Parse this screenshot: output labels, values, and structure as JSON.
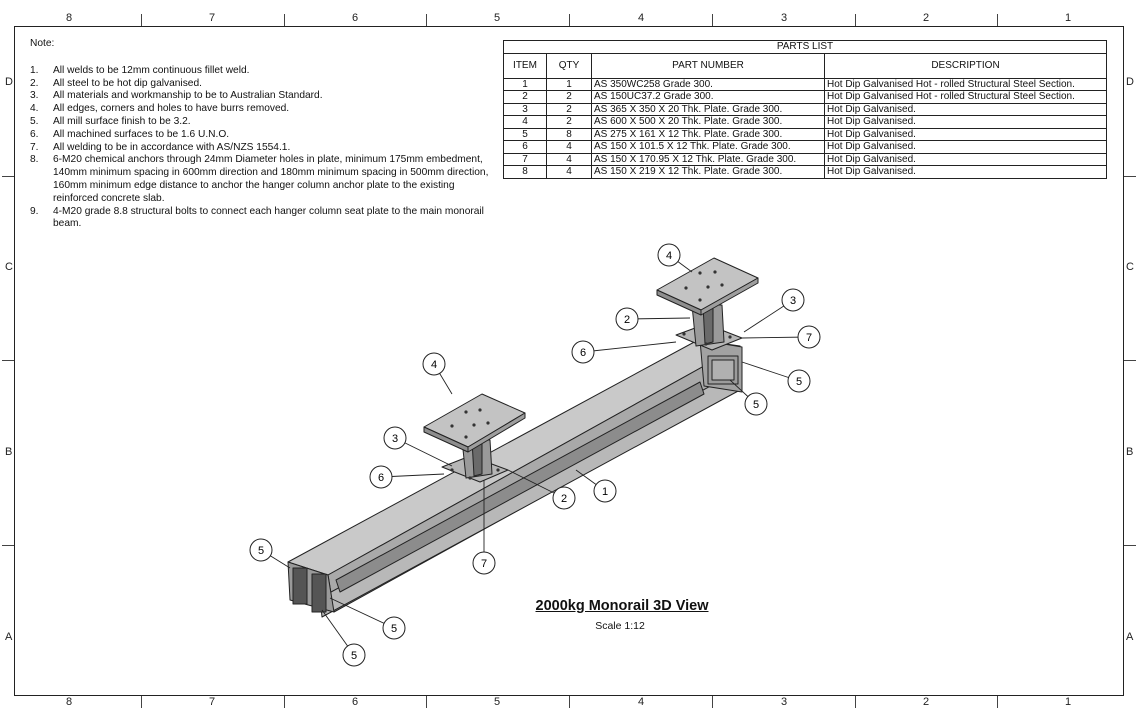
{
  "border": {
    "columns": [
      "8",
      "7",
      "6",
      "5",
      "4",
      "3",
      "2",
      "1"
    ],
    "rows": [
      "D",
      "C",
      "B",
      "A"
    ]
  },
  "notes": {
    "title": "Note:",
    "items": [
      {
        "num": "1.",
        "text": "All welds to be 12mm continuous fillet weld."
      },
      {
        "num": "2.",
        "text": "All steel to be hot dip galvanised."
      },
      {
        "num": "3.",
        "text": "All materials and workmanship to be to Australian Standard."
      },
      {
        "num": "4.",
        "text": "All edges, corners and holes to have burrs removed."
      },
      {
        "num": "5.",
        "text": "All mill surface finish to be 3.2."
      },
      {
        "num": "6.",
        "text": "All machined surfaces to be 1.6 U.N.O."
      },
      {
        "num": "7.",
        "text": "All welding to be in accordance with AS/NZS 1554.1."
      },
      {
        "num": "8.",
        "text": "6-M20 chemical anchors through 24mm Diameter holes in plate, minimum 175mm embedment, 140mm minimum spacing in 600mm direction and 180mm minimum spacing in 500mm direction, 160mm minimum edge distance to anchor the hanger column anchor plate to the existing reinforced concrete slab."
      },
      {
        "num": "9.",
        "text": "4-M20 grade 8.8 structural bolts to connect each hanger column seat plate to the main monorail beam."
      }
    ]
  },
  "parts_list": {
    "title": "PARTS LIST",
    "headers": {
      "item": "ITEM",
      "qty": "QTY",
      "part": "PART NUMBER",
      "desc": "DESCRIPTION"
    },
    "rows": [
      {
        "item": "1",
        "qty": "1",
        "part": "AS 350WC258 Grade 300.",
        "desc": "Hot Dip Galvanised Hot - rolled Structural Steel Section."
      },
      {
        "item": "2",
        "qty": "2",
        "part": "AS 150UC37.2 Grade 300.",
        "desc": "Hot Dip Galvanised Hot - rolled Structural Steel Section."
      },
      {
        "item": "3",
        "qty": "2",
        "part": "AS 365 X 350 X 20 Thk. Plate. Grade 300.",
        "desc": "Hot Dip Galvanised."
      },
      {
        "item": "4",
        "qty": "2",
        "part": "AS 600 X 500 X 20 Thk. Plate. Grade 300.",
        "desc": "Hot Dip Galvanised."
      },
      {
        "item": "5",
        "qty": "8",
        "part": "AS 275 X 161 X 12 Thk. Plate. Grade 300.",
        "desc": "Hot Dip Galvanised."
      },
      {
        "item": "6",
        "qty": "4",
        "part": "AS 150 X 101.5 X 12 Thk. Plate. Grade 300.",
        "desc": "Hot Dip Galvanised."
      },
      {
        "item": "7",
        "qty": "4",
        "part": "AS 150 X 170.95 X 12 Thk. Plate. Grade 300.",
        "desc": "Hot Dip Galvanised."
      },
      {
        "item": "8",
        "qty": "4",
        "part": "AS 150 X 219 X 12 Thk. Plate. Grade 300.",
        "desc": "Hot Dip Galvanised."
      }
    ]
  },
  "view": {
    "title": "2000kg Monorail 3D View",
    "scale": "Scale 1:12"
  },
  "balloons": [
    "4",
    "2",
    "6",
    "3",
    "7",
    "5",
    "5",
    "4",
    "3",
    "6",
    "2",
    "1",
    "7",
    "5",
    "5",
    "5"
  ],
  "colors": {
    "steel_top": "#c4c4c4",
    "steel_side": "#8e8e8e",
    "steel_dark": "#5a5a5a",
    "line": "#222222"
  }
}
